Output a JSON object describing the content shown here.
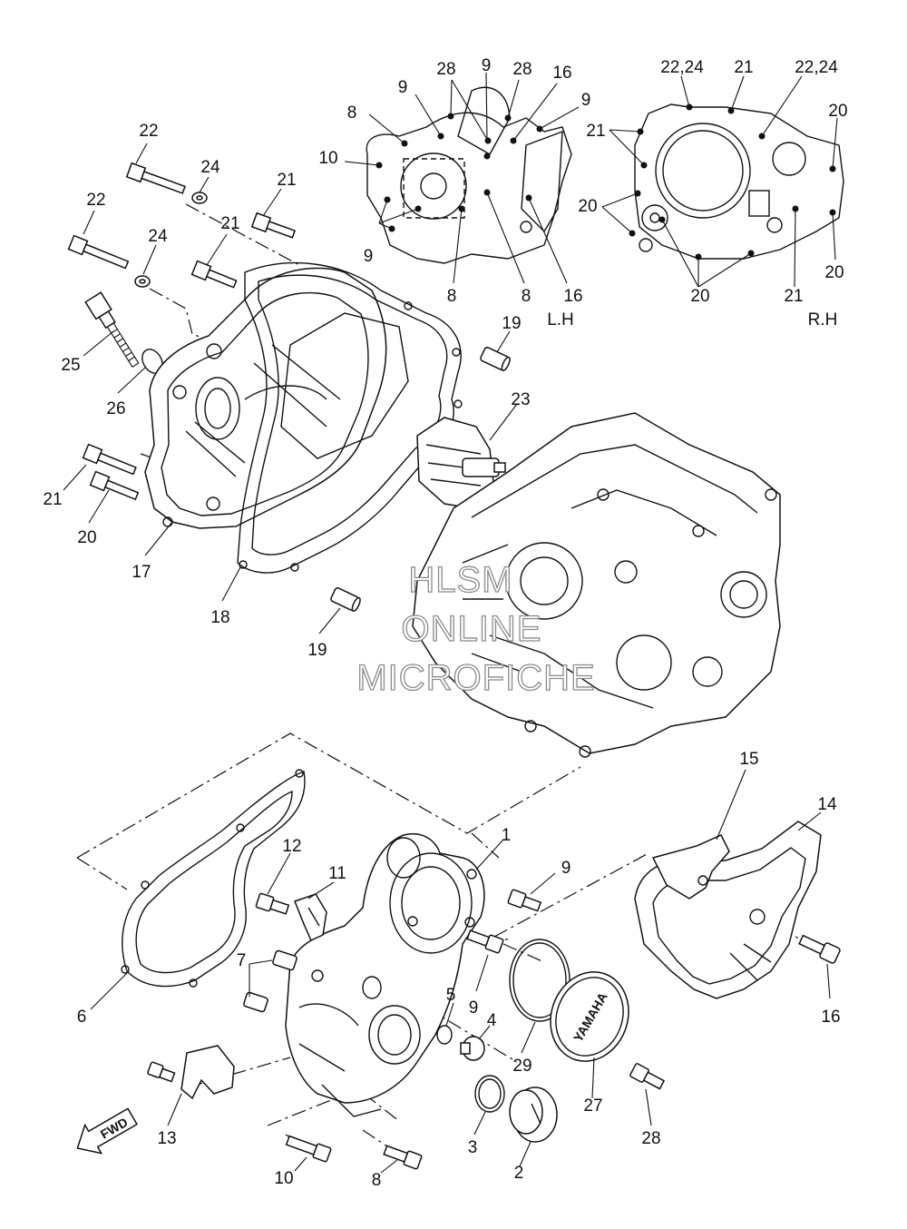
{
  "watermark": {
    "line1": "HLSM",
    "line2": "ONLINE",
    "line3": "MICROFICHE"
  },
  "side_labels": {
    "left": "L.H",
    "right": "R.H"
  },
  "fwd_label": "FWD",
  "brand_label": "YAMAHA",
  "part_numbers": {
    "p1": "1",
    "p2": "2",
    "p3": "3",
    "p4": "4",
    "p5": "5",
    "p6": "6",
    "p7": "7",
    "p8": "8",
    "p9": "9",
    "p10": "10",
    "p11": "11",
    "p12": "12",
    "p13": "13",
    "p14": "14",
    "p15": "15",
    "p16": "16",
    "p17": "17",
    "p18": "18",
    "p19": "19",
    "p20": "20",
    "p21": "21",
    "p22": "22",
    "p22_24": "22,24",
    "p23": "23",
    "p24": "24",
    "p25": "25",
    "p26": "26",
    "p27": "27",
    "p28": "28",
    "p29": "29"
  }
}
